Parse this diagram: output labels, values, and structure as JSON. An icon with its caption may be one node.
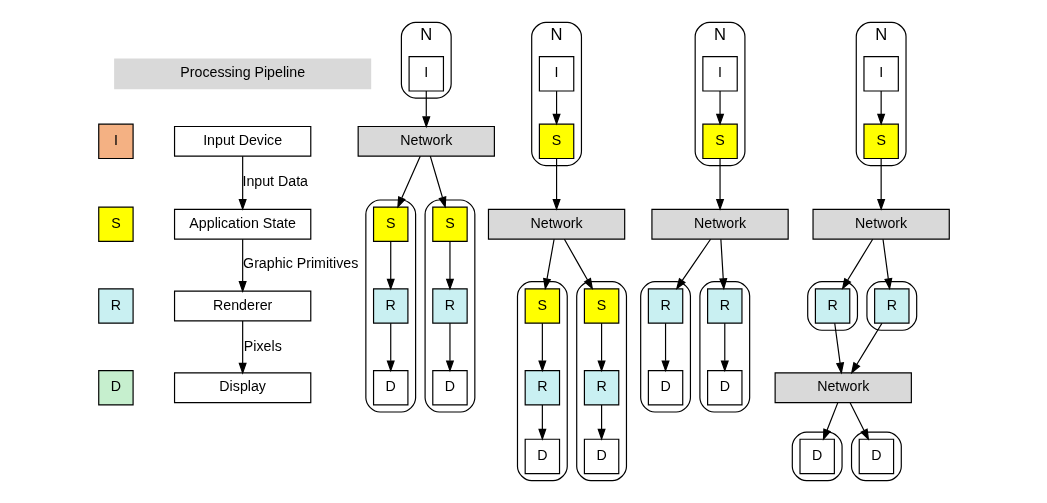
{
  "diagram": {
    "nodes": [
      {
        "text": [
          "Processing Pipeline"
        ]
      },
      {
        "text": [
          "I"
        ]
      },
      {
        "text": [
          "Input Device"
        ]
      },
      {
        "text": [
          "S"
        ]
      },
      {
        "text": [
          "Application State"
        ]
      },
      {
        "text": [
          "R"
        ]
      },
      {
        "text": [
          "Renderer"
        ]
      },
      {
        "text": [
          "D"
        ]
      },
      {
        "text": [
          "Display"
        ]
      },
      {
        "text": [
          "N"
        ]
      },
      {
        "text": [
          "I"
        ],
        "in": 9
      },
      {
        "text": [
          "Network"
        ]
      },
      {
        "text": [],
        "shape": "box"
      },
      {
        "text": [
          "S"
        ],
        "in": 12
      },
      {
        "text": [
          "R"
        ],
        "in": 12
      },
      {
        "text": [
          "D"
        ],
        "in": 12
      },
      {
        "text": [],
        "shape": "box"
      },
      {
        "text": [
          "S"
        ],
        "in": 16
      },
      {
        "text": [
          "R"
        ],
        "in": 16
      },
      {
        "text": [
          "D"
        ],
        "in": 16
      },
      {
        "text": [
          "N"
        ]
      },
      {
        "text": [
          "I"
        ],
        "in": 20
      },
      {
        "text": [
          "S"
        ],
        "in": 20
      },
      {
        "text": [
          "Network"
        ]
      },
      {
        "text": [],
        "shape": "box"
      },
      {
        "text": [
          "S"
        ],
        "in": 24
      },
      {
        "text": [
          "R"
        ],
        "in": 24
      },
      {
        "text": [
          "D"
        ],
        "in": 24
      },
      {
        "text": [],
        "shape": "box"
      },
      {
        "text": [
          "S"
        ],
        "in": 28
      },
      {
        "text": [
          "R"
        ],
        "in": 28
      },
      {
        "text": [
          "D"
        ],
        "in": 28
      },
      {
        "text": [
          "N"
        ]
      },
      {
        "text": [
          "I"
        ],
        "in": 32
      },
      {
        "text": [
          "S"
        ],
        "in": 32
      },
      {
        "text": [
          "Network"
        ]
      },
      {
        "text": [],
        "shape": "box"
      },
      {
        "text": [
          "R"
        ],
        "in": 36
      },
      {
        "text": [
          "D"
        ],
        "in": 36
      },
      {
        "text": [],
        "shape": "box"
      },
      {
        "text": [
          "R"
        ],
        "in": 39
      },
      {
        "text": [
          "D"
        ],
        "in": 39
      },
      {
        "text": [
          "N"
        ]
      },
      {
        "text": [
          "I"
        ],
        "in": 42
      },
      {
        "text": [
          "S"
        ],
        "in": 42
      },
      {
        "text": [
          "Network"
        ]
      },
      {
        "text": [],
        "shape": "box"
      },
      {
        "text": [
          "R"
        ],
        "in": 46
      },
      {
        "text": [],
        "shape": "box"
      },
      {
        "text": [
          "R"
        ],
        "in": 48
      },
      {
        "text": [
          "Network"
        ]
      },
      {
        "text": [],
        "shape": "box"
      },
      {
        "text": [
          "D"
        ],
        "in": 51
      },
      {
        "text": [],
        "shape": "box"
      },
      {
        "text": [
          "D"
        ],
        "in": 53
      }
    ],
    "edges": [
      {
        "from": 2,
        "to": 4,
        "arrow": "to",
        "label": "Input Data"
      },
      {
        "from": 4,
        "to": 6,
        "arrow": "to",
        "label": "Graphic Primitives"
      },
      {
        "from": 6,
        "to": 8,
        "arrow": "to",
        "label": "Pixels"
      },
      {
        "from": 10,
        "to": 11,
        "arrow": "to"
      },
      {
        "from": 11,
        "to": 13,
        "arrow": "to"
      },
      {
        "from": 11,
        "to": 17,
        "arrow": "to"
      },
      {
        "from": 13,
        "to": 14,
        "arrow": "to"
      },
      {
        "from": 14,
        "to": 15,
        "arrow": "to"
      },
      {
        "from": 17,
        "to": 18,
        "arrow": "to"
      },
      {
        "from": 18,
        "to": 19,
        "arrow": "to"
      },
      {
        "from": 21,
        "to": 22,
        "arrow": "to"
      },
      {
        "from": 22,
        "to": 23,
        "arrow": "to"
      },
      {
        "from": 23,
        "to": 25,
        "arrow": "to"
      },
      {
        "from": 23,
        "to": 29,
        "arrow": "to"
      },
      {
        "from": 25,
        "to": 26,
        "arrow": "to"
      },
      {
        "from": 26,
        "to": 27,
        "arrow": "to"
      },
      {
        "from": 29,
        "to": 30,
        "arrow": "to"
      },
      {
        "from": 30,
        "to": 31,
        "arrow": "to"
      },
      {
        "from": 33,
        "to": 34,
        "arrow": "to"
      },
      {
        "from": 34,
        "to": 35,
        "arrow": "to"
      },
      {
        "from": 35,
        "to": 37,
        "arrow": "to"
      },
      {
        "from": 35,
        "to": 40,
        "arrow": "to"
      },
      {
        "from": 37,
        "to": 38,
        "arrow": "to"
      },
      {
        "from": 40,
        "to": 41,
        "arrow": "to"
      },
      {
        "from": 43,
        "to": 44,
        "arrow": "to"
      },
      {
        "from": 44,
        "to": 45,
        "arrow": "to"
      },
      {
        "from": 45,
        "to": 47,
        "arrow": "to"
      },
      {
        "from": 45,
        "to": 49,
        "arrow": "to"
      },
      {
        "from": 47,
        "to": 50,
        "arrow": "to"
      },
      {
        "from": 49,
        "to": 50,
        "arrow": "to"
      },
      {
        "from": 50,
        "to": 52,
        "arrow": "to"
      },
      {
        "from": 50,
        "to": 54,
        "arrow": "to"
      }
    ]
  }
}
